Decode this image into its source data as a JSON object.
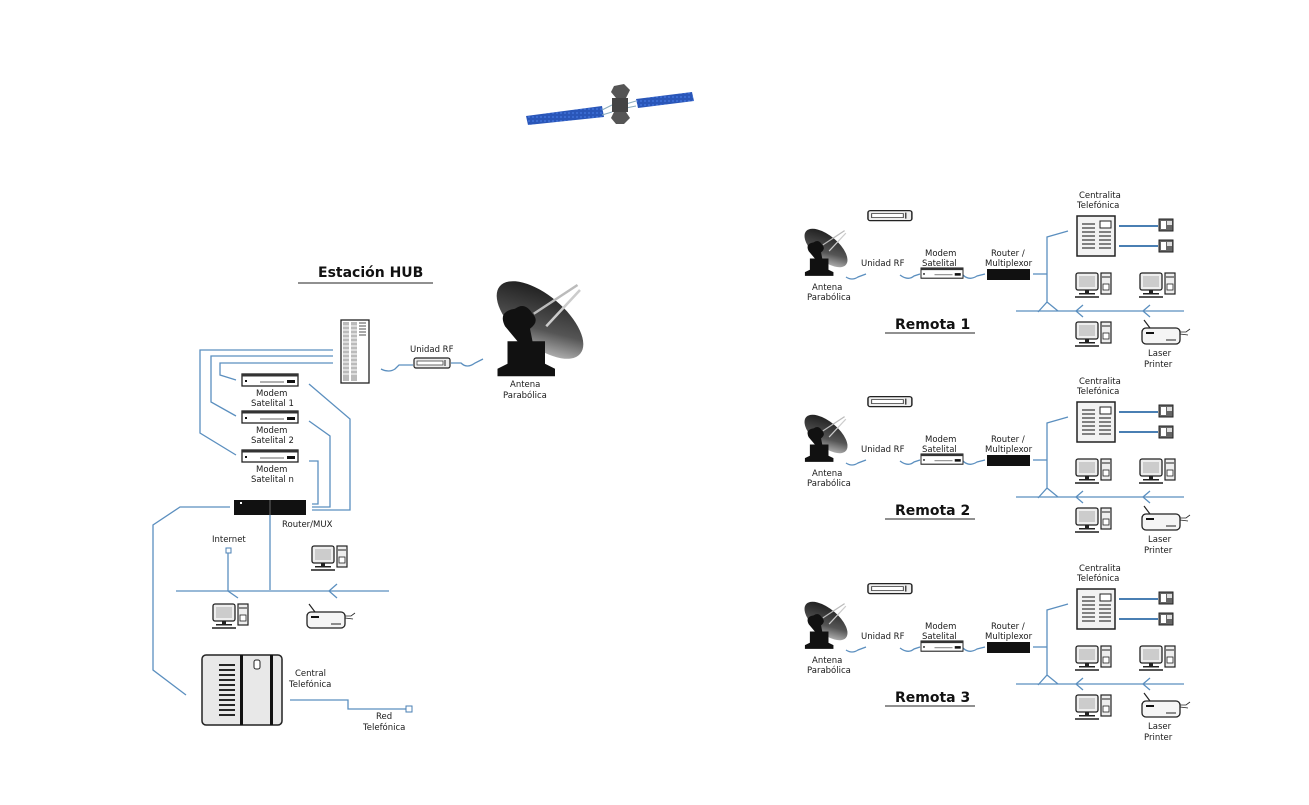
{
  "hub": {
    "title": "Estación HUB",
    "rf_unit": "Unidad RF",
    "antenna": [
      "Antena",
      "Parabólica"
    ],
    "modems": [
      [
        "Modem",
        "Satelital 1"
      ],
      [
        "Modem",
        "Satelital 2"
      ],
      [
        "Modem",
        "Satelital n"
      ]
    ],
    "router": "Router/MUX",
    "internet": "Internet",
    "pbx": [
      "Central",
      "Telefónica"
    ],
    "phone_net": [
      "Red",
      "Telefónica"
    ]
  },
  "remotes": [
    {
      "title": "Remota 1",
      "antenna": [
        "Antena",
        "Parabólica"
      ],
      "rf_unit": "Unidad RF",
      "modem": [
        "Modem",
        "Satelital"
      ],
      "router": [
        "Router /",
        "Multiplexor"
      ],
      "pbx": [
        "Centralita",
        "Telefónica"
      ],
      "printer": [
        "Laser",
        "Printer"
      ]
    },
    {
      "title": "Remota 2",
      "antenna": [
        "Antena",
        "Parabólica"
      ],
      "rf_unit": "Unidad RF",
      "modem": [
        "Modem",
        "Satelital"
      ],
      "router": [
        "Router /",
        "Multiplexor"
      ],
      "pbx": [
        "Centralita",
        "Telefónica"
      ],
      "printer": [
        "Laser",
        "Printer"
      ]
    },
    {
      "title": "Remota 3",
      "antenna": [
        "Antena",
        "Parabólica"
      ],
      "rf_unit": "Unidad RF",
      "modem": [
        "Modem",
        "Satelital"
      ],
      "router": [
        "Router /",
        "Multiplexor"
      ],
      "pbx": [
        "Centralita",
        "Telefónica"
      ],
      "printer": [
        "Laser",
        "Printer"
      ]
    }
  ],
  "colors": {
    "wire": "#5b8fbf",
    "solar_panel": "#2a56b8",
    "device_dark": "#111111"
  }
}
